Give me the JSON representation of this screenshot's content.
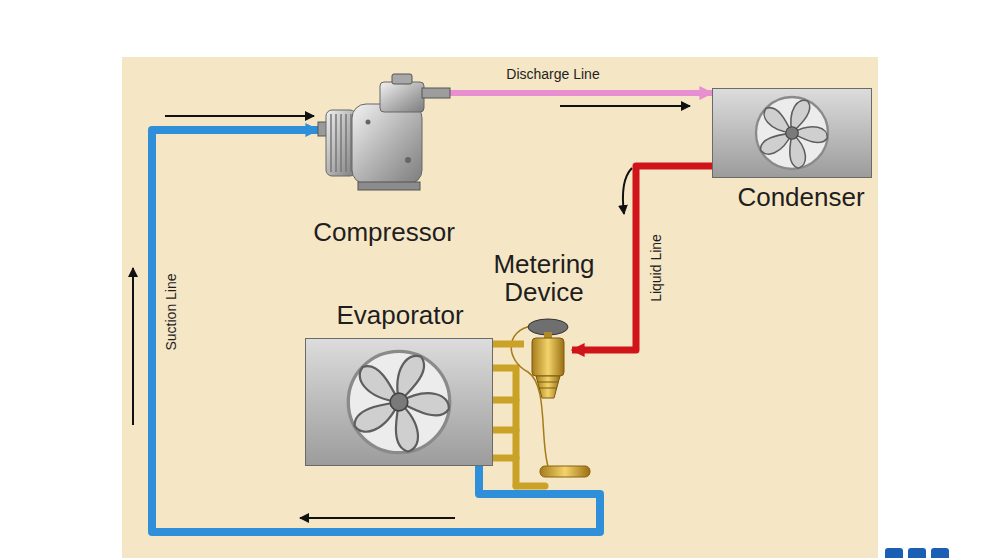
{
  "diagram": {
    "nodes": [
      {
        "text": [
          "Compressor"
        ]
      },
      {
        "text": [
          "Condenser"
        ]
      },
      {
        "text": [
          "Metering Device"
        ]
      },
      {
        "text": [
          "Evaporator"
        ]
      }
    ],
    "edges": [
      {
        "from": 0,
        "to": 1,
        "arrow": "to",
        "label": "Discharge Line"
      },
      {
        "from": 1,
        "to": 2,
        "arrow": "to",
        "label": "Liquid Line"
      },
      {
        "from": 2,
        "to": 3,
        "arrow": "none"
      },
      {
        "from": 3,
        "to": 0,
        "arrow": "to",
        "label": "Suction Line"
      }
    ]
  }
}
